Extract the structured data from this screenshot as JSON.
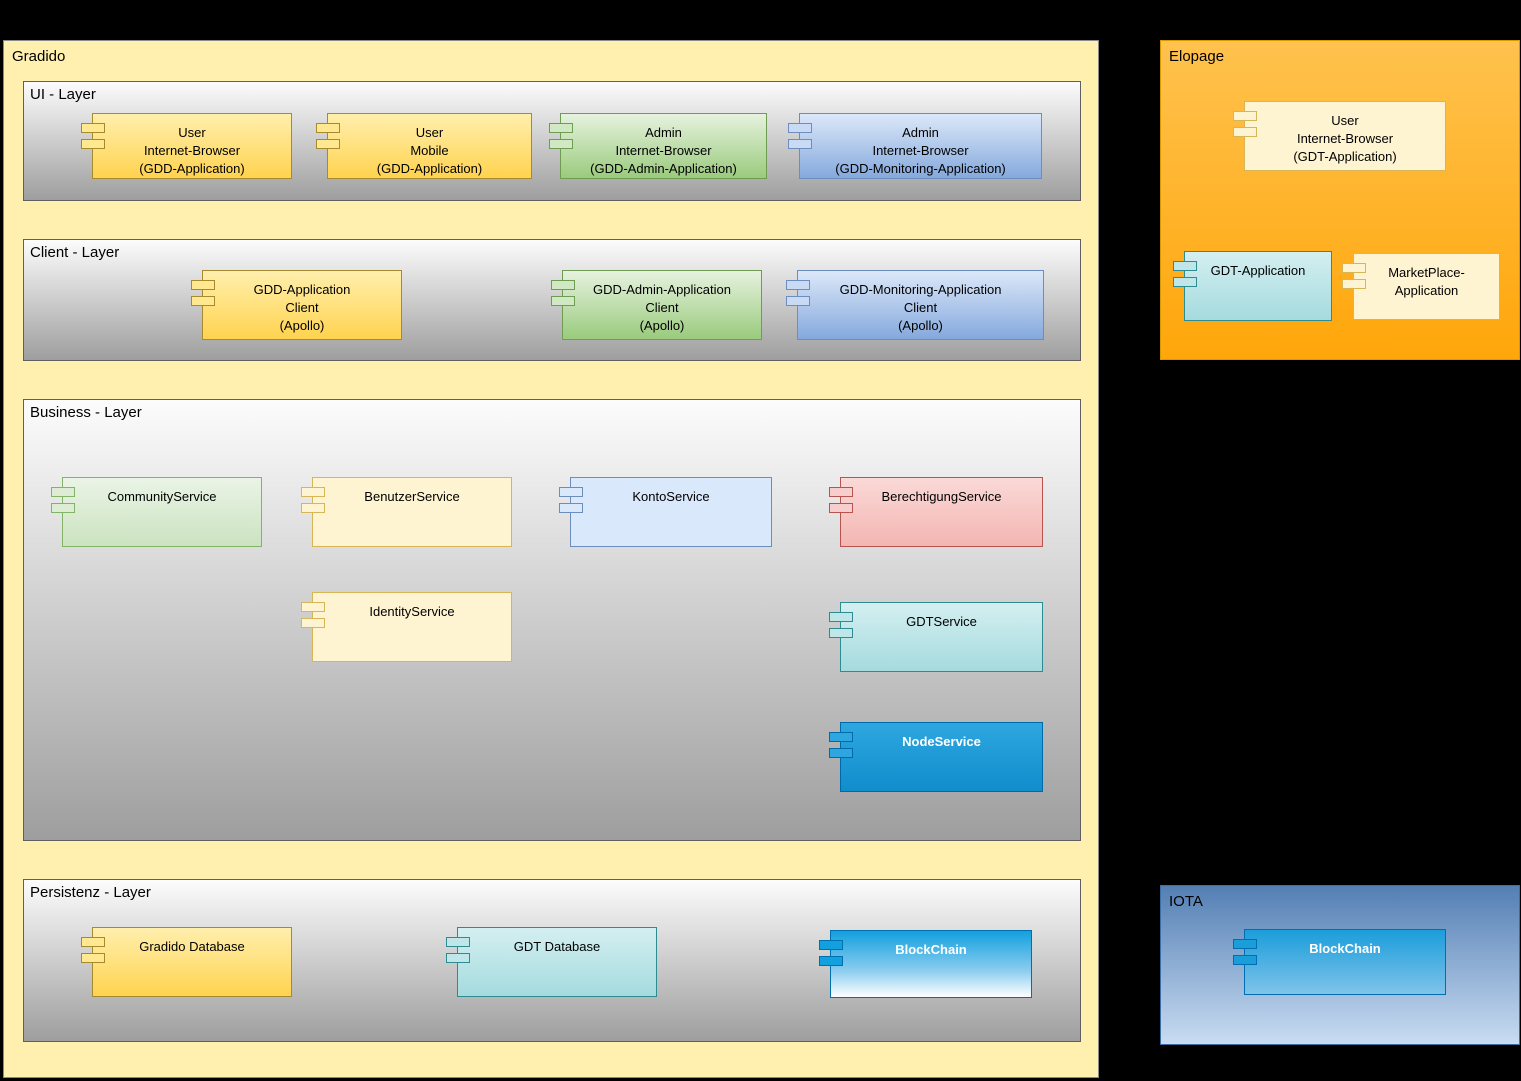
{
  "palette": {
    "background": "#000000",
    "gradido_fill": "#FFF0B0",
    "elopage_fill": "#FFB01F",
    "layer_gray_top": "#FCFCFC",
    "layer_gray_bottom": "#9E9E9E",
    "yellow": "#FFD966",
    "pale_yellow": "#FFF2CC",
    "green": "#9ACB7D",
    "pale_green": "#D5E8D4",
    "blue": "#85A9DD",
    "pale_blue": "#DAE8FC",
    "pink": "#F8CECC",
    "teal": "#B0E3E6",
    "bright_blue": "#1699D6",
    "iota_blue": "#537FB4"
  },
  "gradido": {
    "title": "Gradido",
    "ui_layer": {
      "title": "UI - Layer",
      "components": [
        {
          "label": "User\nInternet-Browser\n(GDD-Application)"
        },
        {
          "label": "User\nMobile\n(GDD-Application)"
        },
        {
          "label": "Admin\nInternet-Browser\n(GDD-Admin-Application)"
        },
        {
          "label": "Admin\nInternet-Browser\n(GDD-Monitoring-Application)"
        }
      ]
    },
    "client_layer": {
      "title": "Client - Layer",
      "components": [
        {
          "label": "GDD-Application\nClient\n(Apollo)"
        },
        {
          "label": "GDD-Admin-Application\nClient\n(Apollo)"
        },
        {
          "label": "GDD-Monitoring-Application\nClient\n(Apollo)"
        }
      ]
    },
    "business_layer": {
      "title": "Business - Layer",
      "components": [
        {
          "label": "CommunityService"
        },
        {
          "label": "BenutzerService"
        },
        {
          "label": "KontoService"
        },
        {
          "label": "BerechtigungService"
        },
        {
          "label": "IdentityService"
        },
        {
          "label": "GDTService"
        },
        {
          "label": "NodeService"
        }
      ]
    },
    "persistenz_layer": {
      "title": "Persistenz - Layer",
      "components": [
        {
          "label": "Gradido Database"
        },
        {
          "label": "GDT Database"
        },
        {
          "label": "BlockChain"
        }
      ]
    }
  },
  "elopage": {
    "title": "Elopage",
    "components": [
      {
        "label": "User\nInternet-Browser\n(GDT-Application)"
      },
      {
        "label": "GDT-Application"
      },
      {
        "label": "MarketPlace-\nApplication"
      }
    ]
  },
  "iota": {
    "title": "IOTA",
    "components": [
      {
        "label": "BlockChain"
      }
    ]
  }
}
